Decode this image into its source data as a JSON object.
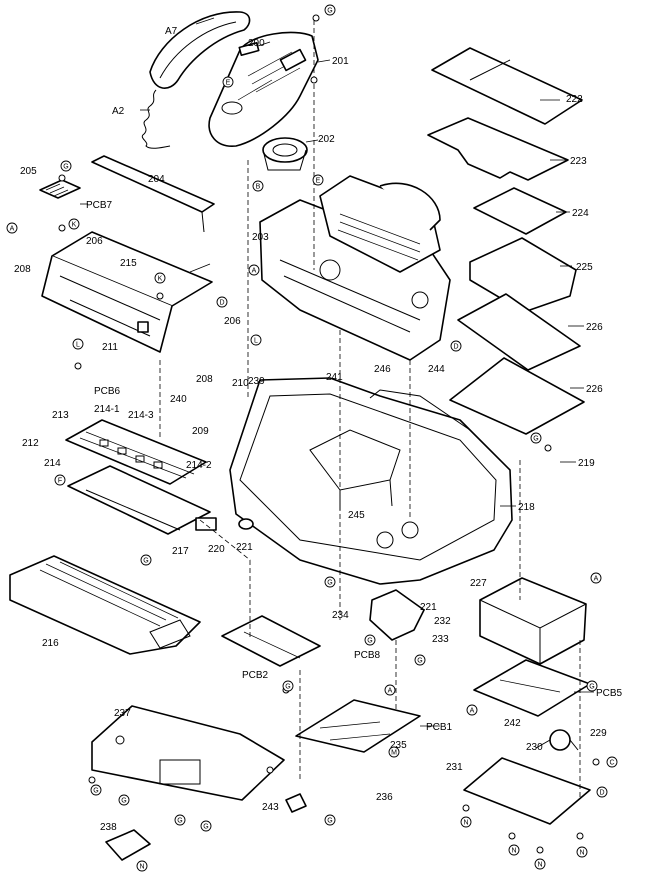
{
  "parts": {
    "A7": "A7",
    "A2": "A2",
    "p200": "200",
    "p201": "201",
    "p202": "202",
    "p203": "203",
    "p204": "204",
    "p205": "205",
    "PCB7": "PCB7",
    "p206a": "206",
    "p206b": "206",
    "p208a": "208",
    "p208b": "208",
    "p215": "215",
    "p211": "211",
    "PCB6": "PCB6",
    "p213": "213",
    "p214_1": "214-1",
    "p214_3": "214-3",
    "p212": "212",
    "p214": "214",
    "p214_2": "214-2",
    "p217": "217",
    "p220": "220",
    "p221a": "221",
    "p221b": "221",
    "p216": "216",
    "p222": "222",
    "p223": "223",
    "p224": "224",
    "p225": "225",
    "p226a": "226",
    "p226b": "226",
    "p219": "219",
    "p218": "218",
    "p227": "227",
    "p244": "244",
    "p246": "246",
    "p241": "241",
    "p239": "239",
    "p210": "210",
    "p240": "240",
    "p209": "209",
    "p245": "245",
    "p234": "234",
    "p232": "232",
    "p233": "233",
    "PCB8": "PCB8",
    "PCB2": "PCB2",
    "PCB1": "PCB1",
    "PCB5": "PCB5",
    "p242": "242",
    "p229": "229",
    "p230": "230",
    "p231": "231",
    "p237": "237",
    "p235": "235",
    "p236": "236",
    "p243": "243",
    "p238": "238"
  },
  "refs": [
    "G",
    "E",
    "K",
    "A",
    "D",
    "F",
    "B",
    "L",
    "M",
    "N",
    "C"
  ]
}
